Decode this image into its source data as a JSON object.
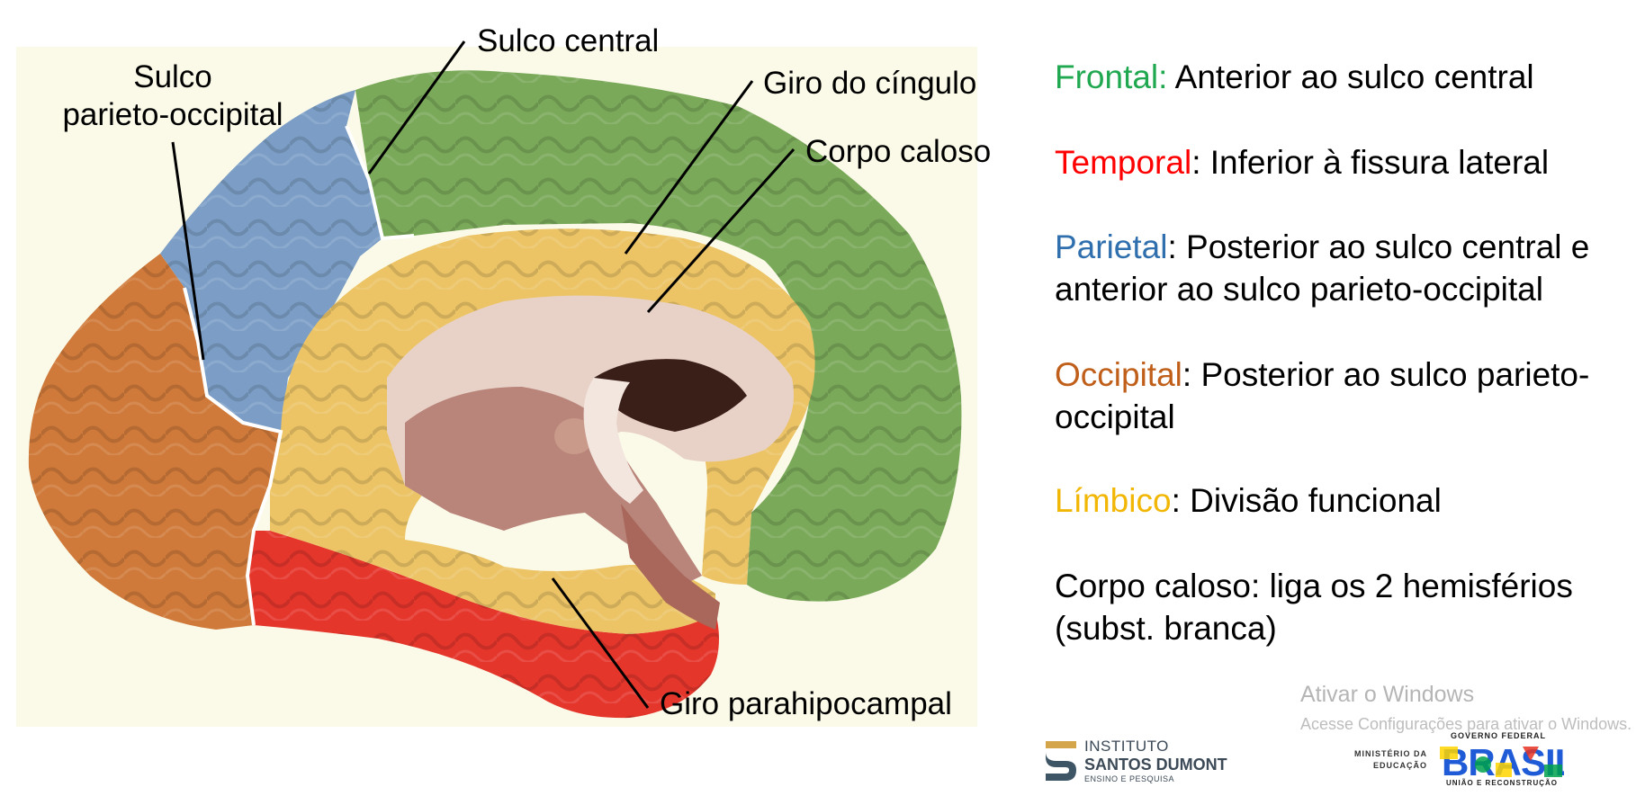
{
  "labels": {
    "sulco_central": "Sulco central",
    "sulco_parieto_line1": "Sulco",
    "sulco_parieto_line2": "parieto-occipital",
    "giro_cingulo": "Giro do cíngulo",
    "corpo_caloso": "Corpo caloso",
    "giro_parahipocampal": "Giro parahipocampal"
  },
  "legend": {
    "frontal": {
      "term": "Frontal:",
      "desc": " Anterior ao sulco central"
    },
    "temporal": {
      "term": "Temporal",
      "desc": ": Inferior à fissura lateral"
    },
    "parietal": {
      "term": "Parietal",
      "desc": ": Posterior ao sulco central e anterior ao sulco parieto-occipital"
    },
    "occipital": {
      "term": "Occipital",
      "desc": ": Posterior ao sulco parieto-occipital"
    },
    "limbico": {
      "term": "Límbico",
      "desc": ": Divisão funcional"
    },
    "corpo": {
      "text": "Corpo caloso: liga os 2 hemisférios (subst. branca)"
    }
  },
  "colors": {
    "frontal": "#7aa95a",
    "frontal_text": "#1fa84f",
    "temporal": "#e5362c",
    "temporal_text": "#ff0000",
    "parietal": "#7c9ec6",
    "parietal_text": "#2f6fad",
    "occipital": "#cf7a3a",
    "occipital_text": "#c05f1a",
    "limbic": "#ecc466",
    "limbic_text": "#f2b705",
    "background_panel": "#fbfae8"
  },
  "watermark": {
    "title": "Ativar o Windows",
    "subtitle": "Acesse Configurações para ativar o Windows."
  },
  "logos": {
    "isd_line1": "INSTITUTO",
    "isd_line2": "SANTOS DUMONT",
    "isd_line3": "ENSINO E PESQUISA",
    "mec_line1": "MINISTÉRIO DA",
    "mec_line2": "EDUCAÇÃO",
    "gov_top": "GOVERNO FEDERAL",
    "gov_word": "BRASIL",
    "gov_bottom": "UNIÃO E RECONSTRUÇÃO"
  }
}
